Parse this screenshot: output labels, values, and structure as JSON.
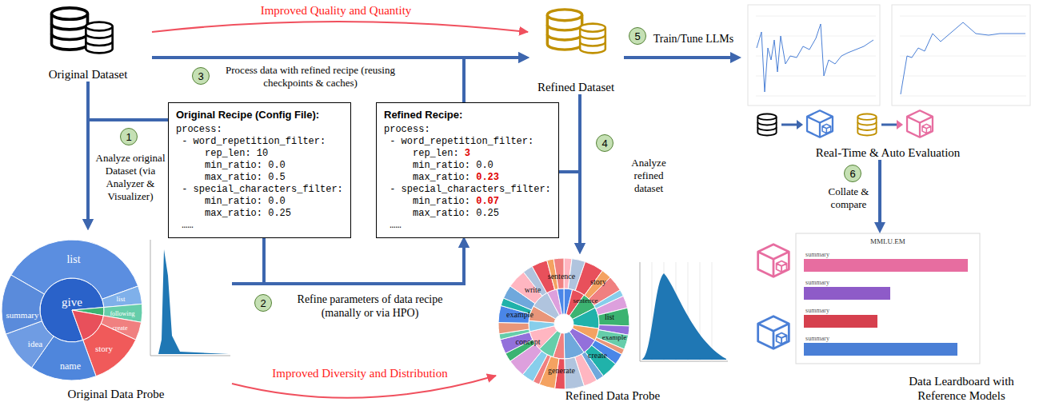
{
  "diagram": {
    "nodes": [
      {
        "text": [
          "Original Dataset"
        ]
      },
      {
        "text": [
          "1"
        ]
      },
      {
        "text": [
          "Original Recipe (Config File):",
          "process:",
          "- word_repetition_filter:",
          "rep_len: 10",
          "min_ratio: 0.0",
          "max_ratio: 0.5",
          "- special_characters_filter:",
          "min_ratio: 0.0",
          "max_ratio: 0.25",
          "……"
        ]
      },
      {
        "text": [
          "Refined Recipe:",
          "process:",
          "- word_repetition_filter:",
          "rep_len:",
          "3",
          "min_ratio: 0.0",
          "max_ratio:",
          "0.23",
          "- special_characters_filter:",
          "min_ratio:",
          "0.07",
          "max_ratio: 0.25",
          "……"
        ]
      },
      {
        "text": [
          "3"
        ]
      },
      {
        "text": [
          "Refined Dataset"
        ]
      },
      {
        "text": [
          "5"
        ]
      },
      {
        "text": [
          "Real-Time & Auto Evaluation"
        ]
      },
      {
        "text": [
          "4"
        ]
      },
      {
        "text": [
          "Original Data Probe"
        ]
      },
      {
        "text": [
          "2"
        ]
      },
      {
        "text": [
          "Refined Data Probe"
        ]
      },
      {
        "text": [
          "6"
        ]
      },
      {
        "text": [
          "Data Leardboard with Reference Models"
        ]
      }
    ],
    "edges": [
      {
        "from": 0,
        "to": 5,
        "label": "Improved Quality and Quantity",
        "arrow": "to"
      },
      {
        "from": 0,
        "to": 5,
        "label": "Process data with refined recipe (reusing checkpoints & caches)",
        "arrow": "to"
      },
      {
        "from": 3,
        "to": 5,
        "arrow": "to"
      },
      {
        "from": 0,
        "to": 9,
        "label": "Analyze original Dataset (via Analyzer & Visualizer)",
        "arrow": "to"
      },
      {
        "from": 2,
        "to": 9,
        "arrow": "to"
      },
      {
        "from": 2,
        "to": 3,
        "label": "Refine parameters of data recipe (manally or via HPO)",
        "arrow": "to"
      },
      {
        "from": 9,
        "to": 3,
        "arrow": "to"
      },
      {
        "from": 5,
        "to": 11,
        "label": "Analyze refined dataset",
        "arrow": "to"
      },
      {
        "from": 3,
        "to": 11,
        "arrow": "to"
      },
      {
        "from": 9,
        "to": 11,
        "label": "Improved Diversity and Distribution",
        "arrow": "to"
      },
      {
        "from": 5,
        "to": 7,
        "label": "Train/Tune LLMs",
        "arrow": "to"
      },
      {
        "from": 7,
        "to": 13,
        "label": "Collate & compare",
        "arrow": "to"
      }
    ],
    "labels": [
      "give",
      "list",
      "summary",
      "idea",
      "name",
      "story",
      "create",
      "list",
      "following",
      "list",
      "story",
      "sentence",
      "write",
      "example",
      "concept",
      "generate",
      "create",
      "sentence",
      "example",
      "MMLU.EM",
      "summary",
      "summary",
      "summary",
      "summary"
    ]
  }
}
